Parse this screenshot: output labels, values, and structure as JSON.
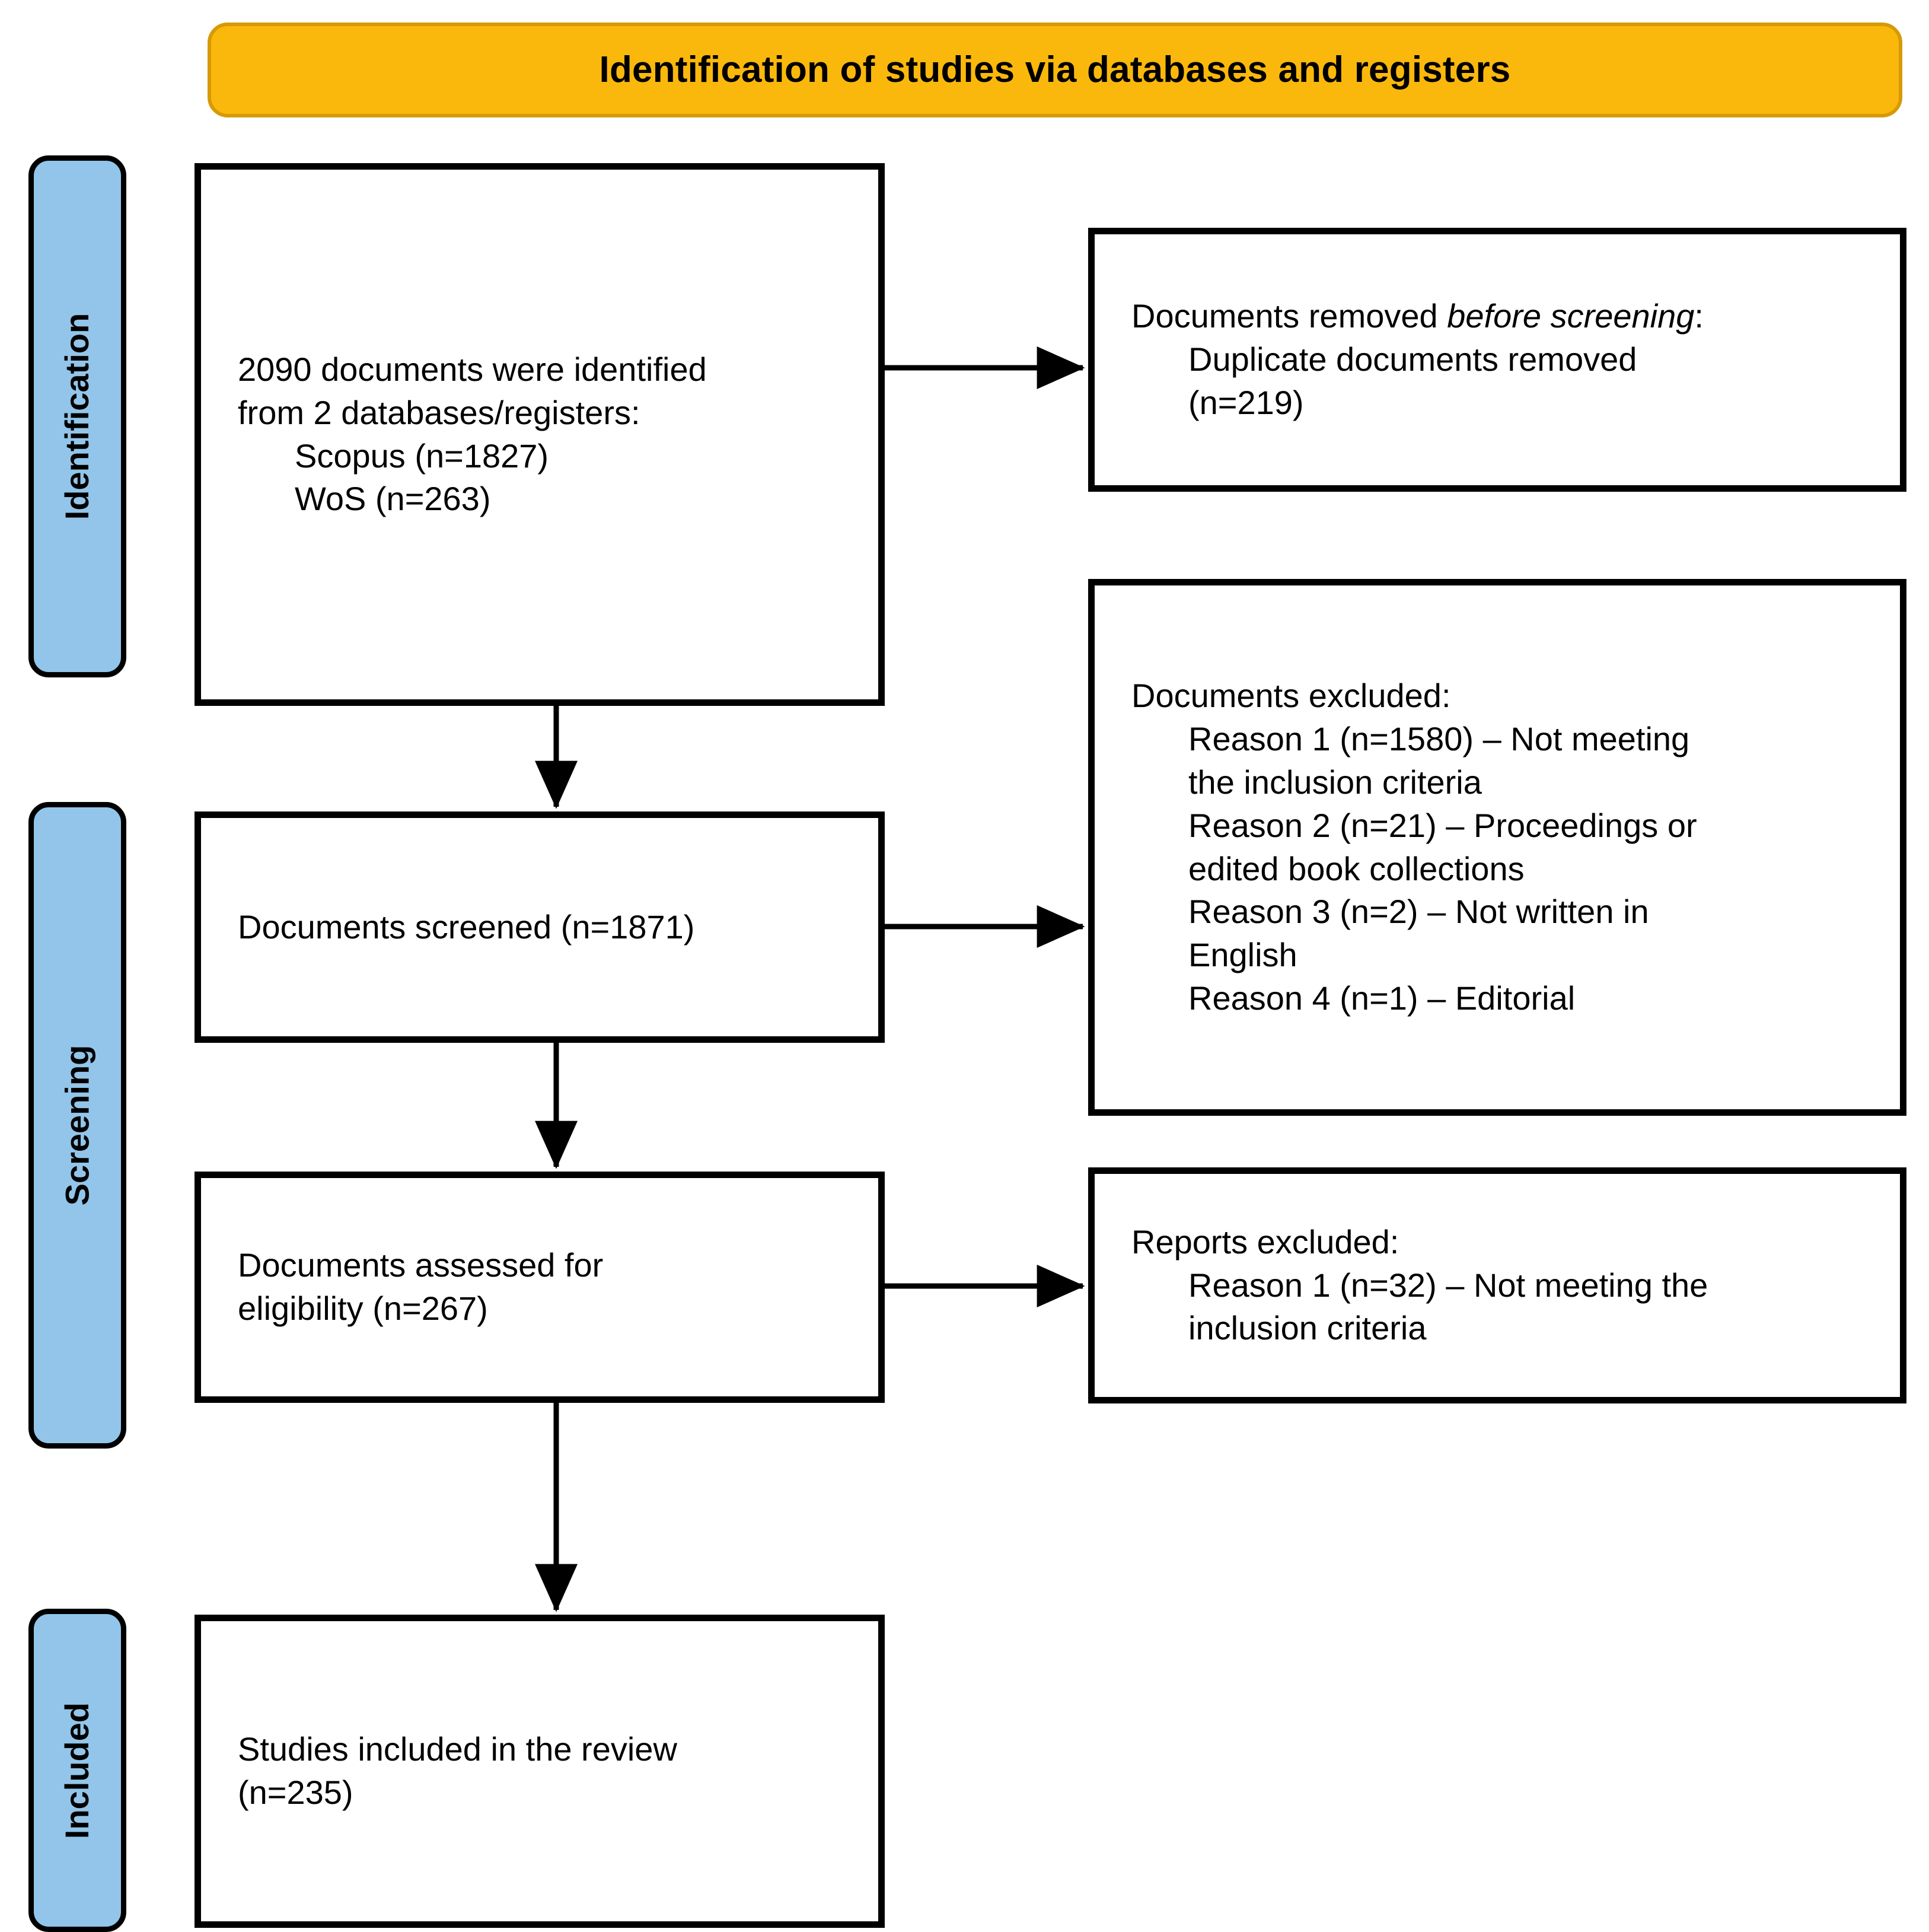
{
  "banner": {
    "title": "Identification of studies via databases and registers",
    "bg_color": "#FBB80C",
    "border_color": "#D69A05"
  },
  "stages": [
    {
      "id": "identification",
      "label": "Identification"
    },
    {
      "id": "screening",
      "label": "Screening"
    },
    {
      "id": "included",
      "label": "Included"
    }
  ],
  "stage_tab_color": "#92C5E9",
  "boxes": {
    "identified": {
      "line1": "2090 documents were identified",
      "line2": "from 2 databases/registers:",
      "line3": "Scopus (n=1827)",
      "line4": "WoS (n=263)"
    },
    "duplicates": {
      "heading_plain": "Documents removed ",
      "heading_italic": "before screening",
      "heading_suffix": ":",
      "line2": "Duplicate documents removed",
      "line3": "(n=219)"
    },
    "screened": {
      "line1": "Documents screened (n=1871)"
    },
    "docs_excluded": {
      "heading": "Documents excluded:",
      "reason1": "Reason 1 (n=1580) – Not meeting",
      "reason1b": "the inclusion criteria",
      "reason2": "Reason 2 (n=21) – Proceedings or",
      "reason2b": "edited book collections",
      "reason3": "Reason 3 (n=2) – Not written in",
      "reason3b": "English",
      "reason4": "Reason 4 (n=1) – Editorial"
    },
    "assessed": {
      "line1": "Documents assessed for",
      "line2": "eligibility (n=267)"
    },
    "reports_excluded": {
      "heading": "Reports excluded:",
      "reason1": "Reason 1 (n=32) – Not meeting the",
      "reason1b": "inclusion criteria"
    },
    "included": {
      "line1": "Studies included in the review",
      "line2": "(n=235)"
    }
  },
  "chart_data": {
    "type": "diagram",
    "title": "Identification of studies via databases and registers",
    "nodes": [
      {
        "id": "identified",
        "stage": "Identification",
        "column": "left",
        "n": 2090,
        "sources": [
          {
            "name": "Scopus",
            "n": 1827
          },
          {
            "name": "WoS",
            "n": 263
          }
        ]
      },
      {
        "id": "duplicates",
        "stage": "Identification",
        "column": "right",
        "n": 219
      },
      {
        "id": "screened",
        "stage": "Screening",
        "column": "left",
        "n": 1871
      },
      {
        "id": "docs_excluded",
        "stage": "Screening",
        "column": "right",
        "reasons": [
          {
            "reason": 1,
            "n": 1580,
            "text": "Not meeting the inclusion criteria"
          },
          {
            "reason": 2,
            "n": 21,
            "text": "Proceedings or edited book collections"
          },
          {
            "reason": 3,
            "n": 2,
            "text": "Not written in English"
          },
          {
            "reason": 4,
            "n": 1,
            "text": "Editorial"
          }
        ]
      },
      {
        "id": "assessed",
        "stage": "Screening",
        "column": "left",
        "n": 267
      },
      {
        "id": "reports_excluded",
        "stage": "Screening",
        "column": "right",
        "reasons": [
          {
            "reason": 1,
            "n": 32,
            "text": "Not meeting the inclusion criteria"
          }
        ]
      },
      {
        "id": "included",
        "stage": "Included",
        "column": "left",
        "n": 235
      }
    ],
    "edges": [
      {
        "from": "identified",
        "to": "duplicates",
        "direction": "right"
      },
      {
        "from": "identified",
        "to": "screened",
        "direction": "down"
      },
      {
        "from": "screened",
        "to": "docs_excluded",
        "direction": "right"
      },
      {
        "from": "screened",
        "to": "assessed",
        "direction": "down"
      },
      {
        "from": "assessed",
        "to": "reports_excluded",
        "direction": "right"
      },
      {
        "from": "assessed",
        "to": "included",
        "direction": "down"
      }
    ]
  }
}
